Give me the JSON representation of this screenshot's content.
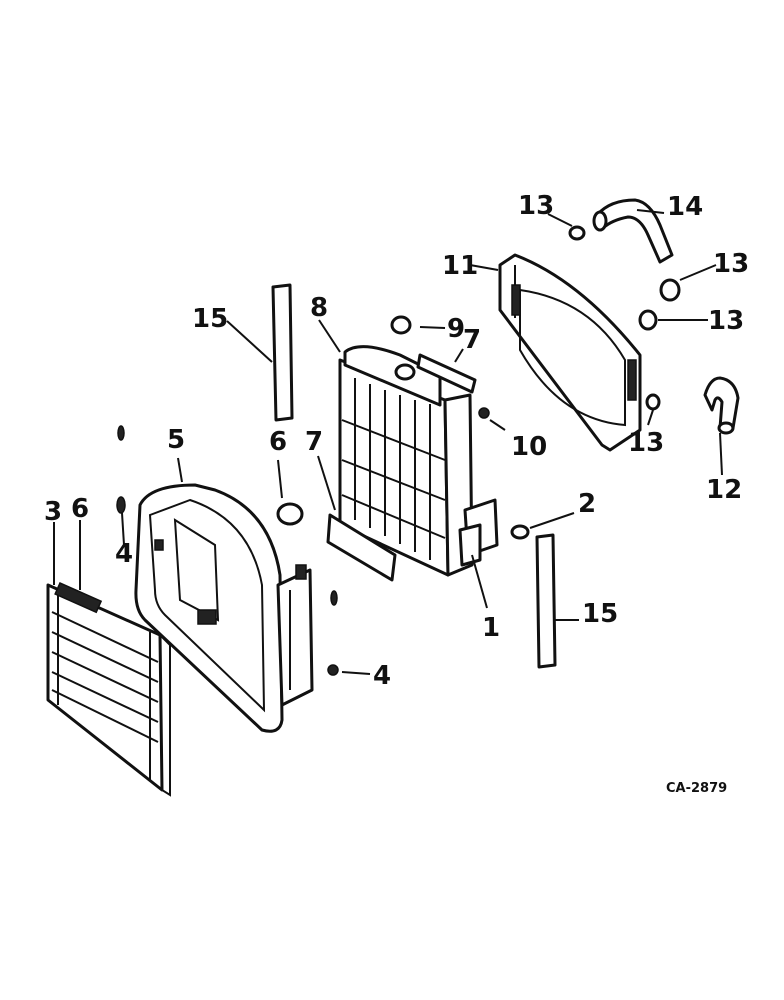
{
  "callouts": {
    "c1": "1",
    "c2": "2",
    "c3": "3",
    "c4a": "4",
    "c4b": "4",
    "c5": "5",
    "c6a": "6",
    "c6b": "6",
    "c7a": "7",
    "c7b": "7",
    "c8": "8",
    "c9": "9",
    "c10": "10",
    "c11": "11",
    "c12": "12",
    "c13a": "13",
    "c13b": "13",
    "c13c": "13",
    "c13d": "13",
    "c14": "14",
    "c15a": "15",
    "c15b": "15"
  },
  "drawing_code": "CA-2879"
}
